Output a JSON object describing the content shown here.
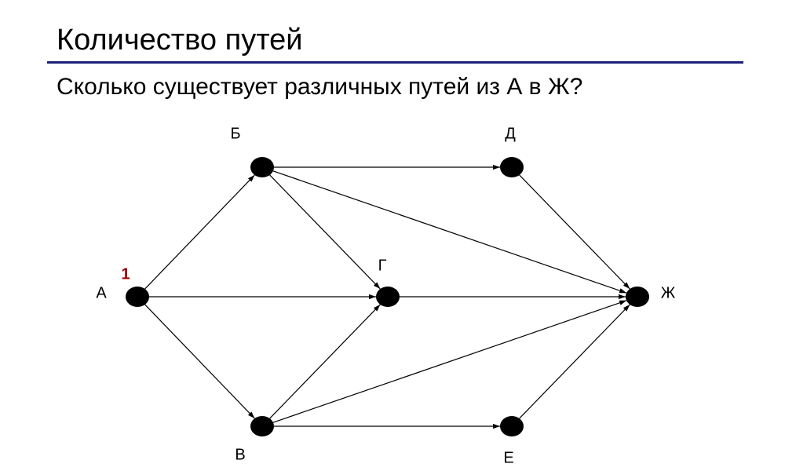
{
  "slide": {
    "title": "Количество путей",
    "question": "Сколько существует различных путей из А в Ж?"
  },
  "colors": {
    "title_rule": "#1a1f7a",
    "count_label": "#a00000",
    "node": "#000000",
    "edge": "#000000"
  },
  "graph": {
    "nodes": [
      {
        "id": "A",
        "label": "А"
      },
      {
        "id": "B",
        "label": "Б"
      },
      {
        "id": "V",
        "label": "В"
      },
      {
        "id": "G",
        "label": "Г"
      },
      {
        "id": "D",
        "label": "Д"
      },
      {
        "id": "E",
        "label": "Е"
      },
      {
        "id": "Zh",
        "label": "Ж"
      }
    ],
    "edges": [
      {
        "from": "A",
        "to": "B"
      },
      {
        "from": "A",
        "to": "G"
      },
      {
        "from": "A",
        "to": "V"
      },
      {
        "from": "B",
        "to": "D"
      },
      {
        "from": "B",
        "to": "G"
      },
      {
        "from": "B",
        "to": "Zh"
      },
      {
        "from": "V",
        "to": "G"
      },
      {
        "from": "V",
        "to": "Zh"
      },
      {
        "from": "V",
        "to": "E"
      },
      {
        "from": "G",
        "to": "Zh"
      },
      {
        "from": "D",
        "to": "Zh"
      },
      {
        "from": "E",
        "to": "Zh"
      }
    ],
    "annotations": [
      {
        "node": "A",
        "text": "1"
      }
    ]
  }
}
